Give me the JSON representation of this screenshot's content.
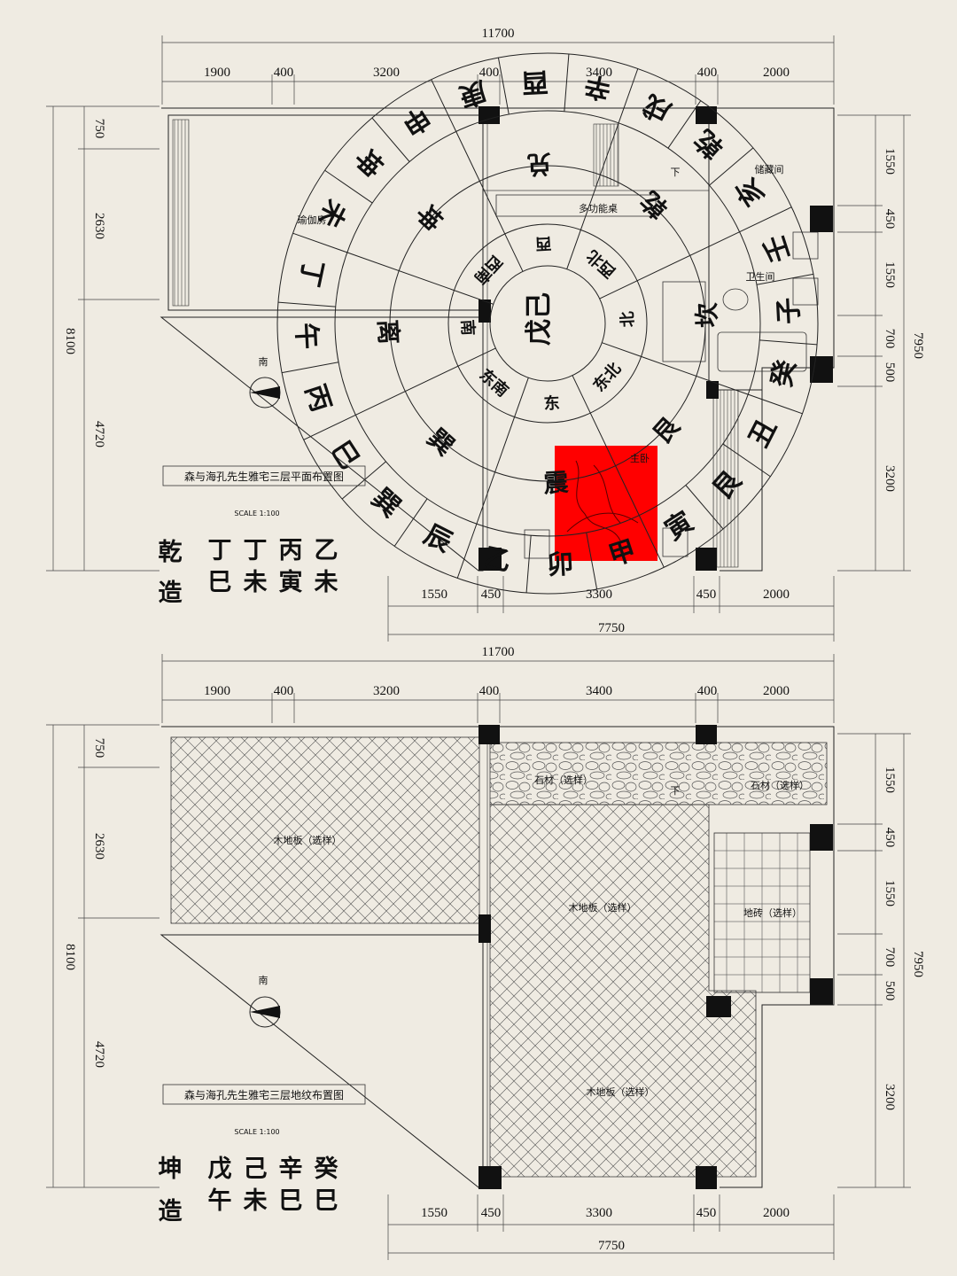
{
  "plan_top": {
    "title": "森与海孔先生雅宅三层平面布置图",
    "scale": "SCALE 1:100",
    "south_label": "南",
    "dims": {
      "top_total": "11700",
      "top_segments": [
        "1900",
        "400",
        "3200",
        "400",
        "3400",
        "400",
        "2000"
      ],
      "bottom_segments": [
        "1550",
        "450",
        "3300",
        "450",
        "2000"
      ],
      "bottom_total": "7750",
      "left_total": "8100",
      "left_segments": [
        "750",
        "2630",
        "4720"
      ],
      "right_total": "7950",
      "right_segments": [
        "1550",
        "450",
        "1550",
        "700",
        "500",
        "3200"
      ]
    },
    "rooms": {
      "yoga": "瑜伽房",
      "storage": "储藏间",
      "bath": "卫生间",
      "desk": "多功能桌",
      "master": "主卧",
      "down": "下"
    },
    "outer_ring": [
      "庚",
      "酉",
      "辛",
      "戌",
      "乾",
      "亥",
      "壬",
      "子",
      "癸",
      "丑",
      "艮",
      "寅",
      "甲",
      "卯",
      "乙",
      "辰",
      "巽",
      "巳",
      "丙",
      "午",
      "丁",
      "未",
      "坤",
      "申"
    ],
    "middle_ring": [
      "兑",
      "乾",
      "坎",
      "艮",
      "震",
      "巽",
      "离",
      "坤"
    ],
    "inner_ring": [
      "西",
      "西北",
      "北",
      "东北",
      "东",
      "东南",
      "南",
      "西南"
    ],
    "center": "戊己",
    "bazi_label": [
      "乾",
      "造"
    ],
    "bazi_cols": [
      [
        "丁",
        "巳"
      ],
      [
        "丁",
        "未"
      ],
      [
        "丙",
        "寅"
      ],
      [
        "乙",
        "未"
      ]
    ]
  },
  "plan_bottom": {
    "title": "森与海孔先生雅宅三层地纹布置图",
    "scale": "SCALE 1:100",
    "south_label": "南",
    "dims": {
      "top_total": "11700",
      "top_segments": [
        "1900",
        "400",
        "3200",
        "400",
        "3400",
        "400",
        "2000"
      ],
      "bottom_segments": [
        "1550",
        "450",
        "3300",
        "450",
        "2000"
      ],
      "bottom_total": "7750",
      "left_total": "8100",
      "left_segments": [
        "750",
        "2630",
        "4720"
      ],
      "right_total": "7950",
      "right_segments": [
        "1550",
        "450",
        "1550",
        "700",
        "500",
        "3200"
      ]
    },
    "materials": {
      "wood1": "木地板（选样）",
      "wood2": "木地板（选样）",
      "wood3": "木地板（选样）",
      "stone1": "石材（选样）",
      "stone2": "石材（选样）",
      "tile": "地砖（选样）",
      "down": "下"
    },
    "bazi_label": [
      "坤",
      "造"
    ],
    "bazi_cols": [
      [
        "戊",
        "午"
      ],
      [
        "己",
        "未"
      ],
      [
        "辛",
        "巳"
      ],
      [
        "癸",
        "巳"
      ]
    ]
  },
  "colors": {
    "background": "#efebe2",
    "highlight": "#ff0000",
    "ink": "#111111"
  }
}
